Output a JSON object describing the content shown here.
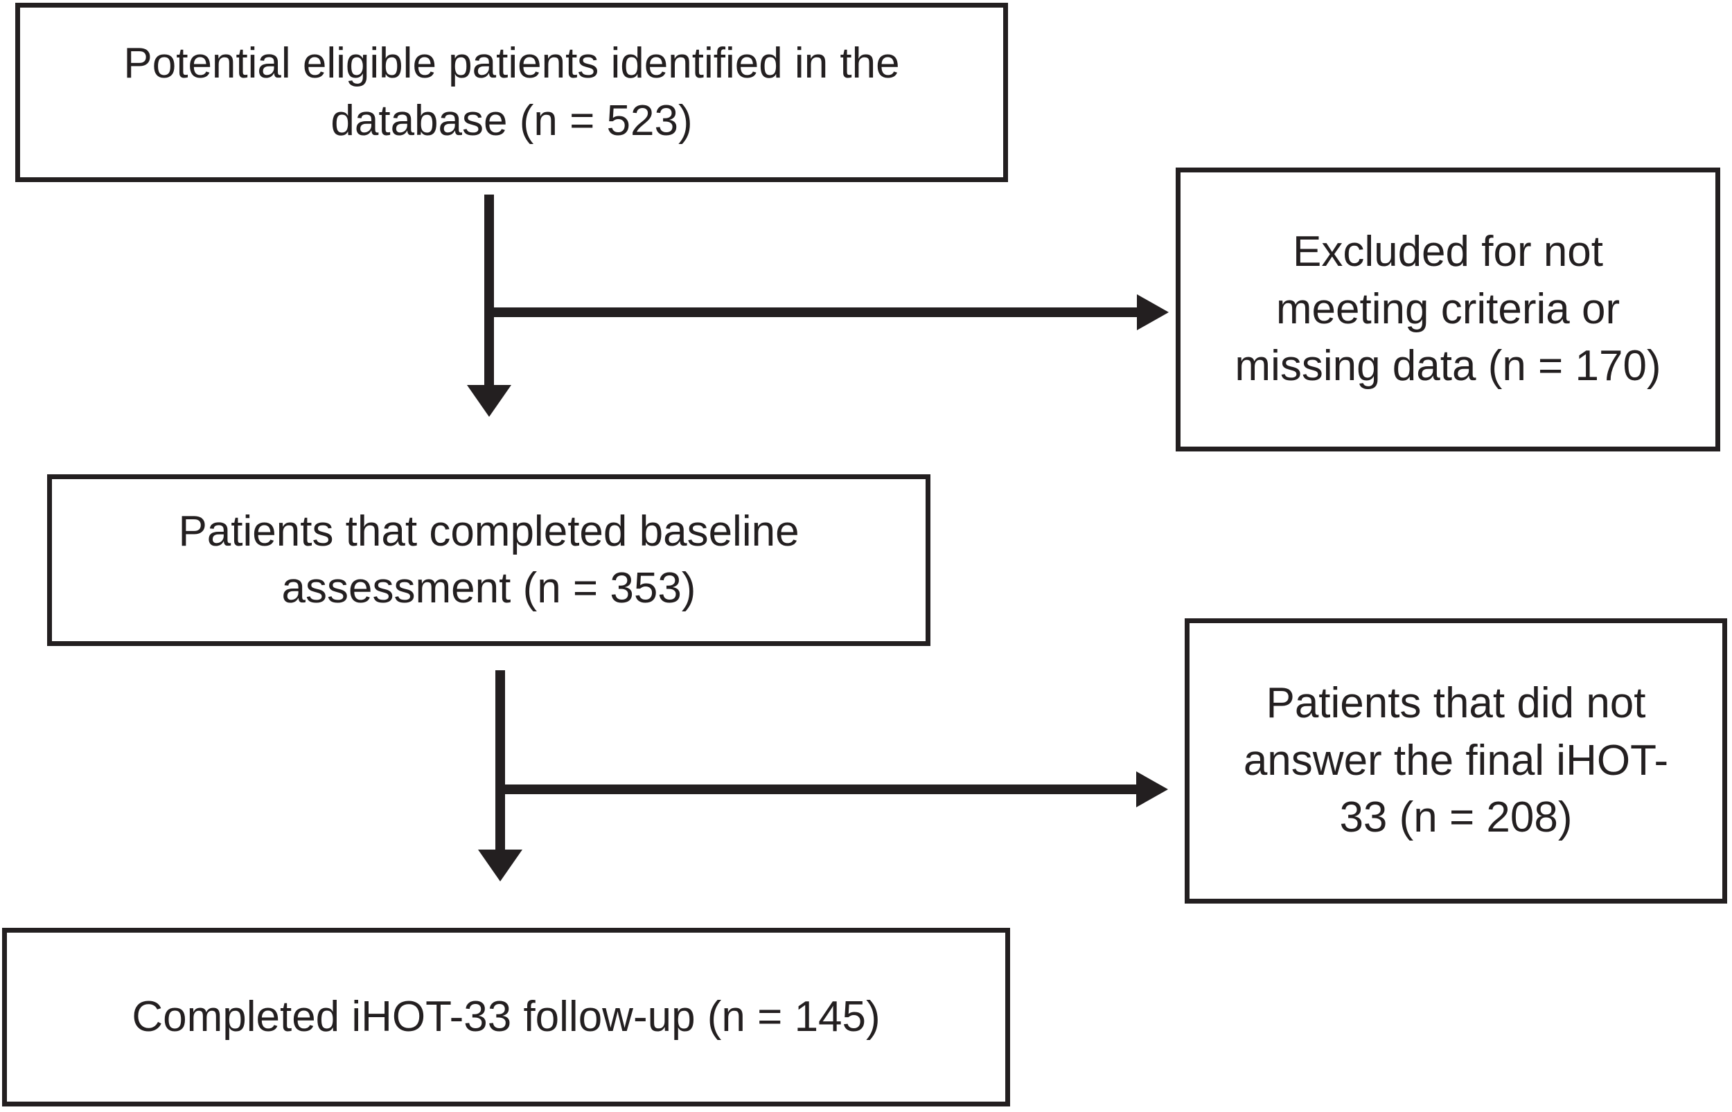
{
  "figure": {
    "title": "Patient flow diagram",
    "background_color": "#ffffff",
    "line_color": "#231f20"
  },
  "nodes": [
    {
      "id": "identified",
      "text": "Potential eligible patients identified in the database (n = 523)",
      "lines": [
        "Potential eligible patients identified in the",
        "database (n = 523)"
      ],
      "n": 523
    },
    {
      "id": "excluded",
      "text": "Excluded for not meeting criteria or missing data (n = 170)",
      "lines": [
        "Excluded for not",
        "meeting criteria or",
        "missing data (n = 170)"
      ],
      "n": 170
    },
    {
      "id": "baseline",
      "text": "Patients that completed baseline assessment (n = 353)",
      "lines": [
        "Patients that completed baseline",
        "assessment (n = 353)"
      ],
      "n": 353
    },
    {
      "id": "no_final_ihot33",
      "text": "Patients that did not answer the final iHOT-33 (n = 208)",
      "lines": [
        "Patients that did not",
        "answer the final iHOT-",
        "33 (n = 208)"
      ],
      "n": 208
    },
    {
      "id": "completed_followup",
      "text": "Completed iHOT-33 follow-up (n = 145)",
      "lines": [
        "Completed iHOT-33 follow-up (n = 145)"
      ],
      "n": 145
    }
  ],
  "edges": [
    {
      "from": "identified",
      "to": "baseline",
      "type": "down-arrow"
    },
    {
      "from": "identified",
      "to": "excluded",
      "type": "right-branch-arrow"
    },
    {
      "from": "baseline",
      "to": "completed_followup",
      "type": "down-arrow"
    },
    {
      "from": "baseline",
      "to": "no_final_ihot33",
      "type": "right-branch-arrow"
    }
  ]
}
